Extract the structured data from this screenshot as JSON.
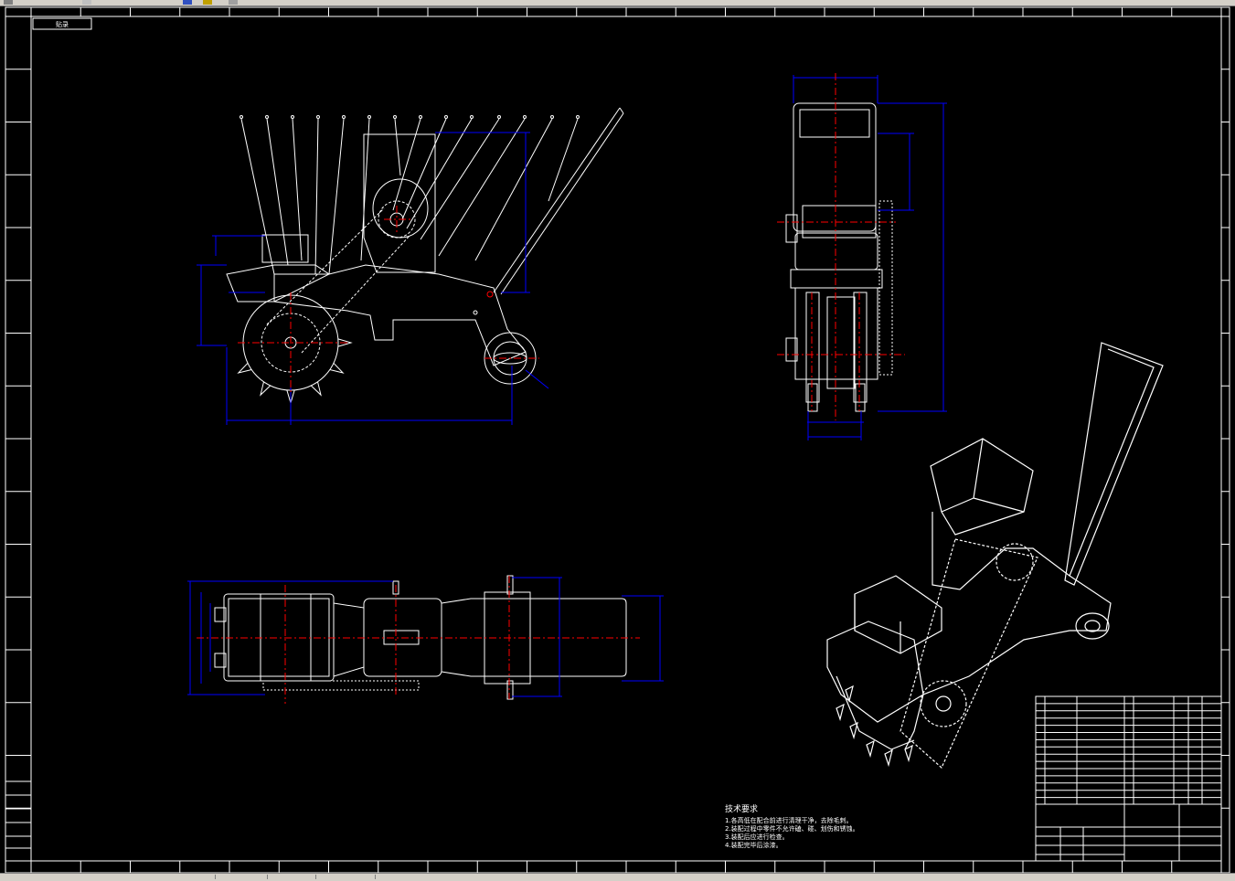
{
  "drawing": {
    "sheet_tag": "贴录",
    "tech_req_title": "技术要求",
    "tech_req_lines": [
      "1.各高低在配合前进行清理干净，去除毛刺。",
      "2.装配过程中零件不允许磕、碰、划伤和锈蚀。",
      "3.装配后应进行检查。",
      "4.装配完毕后涂漆。"
    ]
  },
  "colors": {
    "background": "#000000",
    "lines": "#ffffff",
    "dimensions": "#0000ff",
    "centerlines": "#ff0000",
    "toolbar": "#d4d0c8"
  }
}
